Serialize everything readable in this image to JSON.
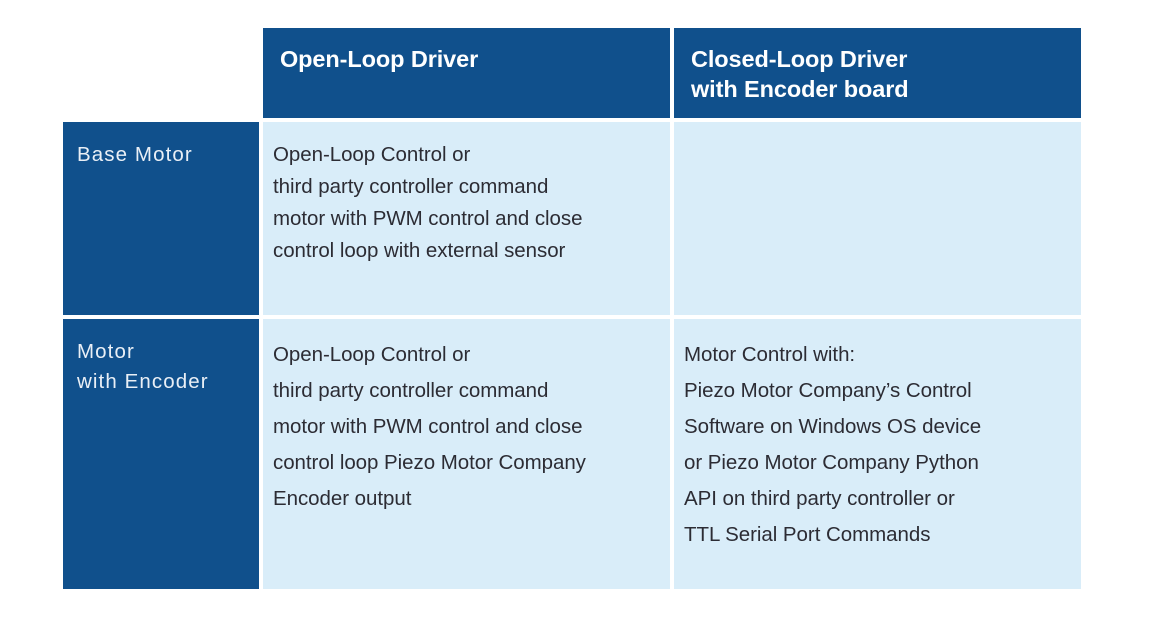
{
  "table": {
    "colors": {
      "header_background": "#10508C",
      "header_text": "#FFFFFF",
      "row_label_background": "#10508C",
      "row_label_text": "#E9EFF6",
      "cell_background": "#D9EDF9",
      "cell_text": "#2C2C34",
      "page_background": "#FFFFFF"
    },
    "corner_label": "",
    "column_headers": [
      "Open-Loop Driver",
      "Closed-Loop Driver\nwith Encoder board"
    ],
    "rows": [
      {
        "label": "Base Motor",
        "cells": [
          "Open-Loop Control or\nthird party controller command\nmotor with PWM control and close\ncontrol loop with external sensor",
          ""
        ]
      },
      {
        "label": "Motor\nwith Encoder",
        "cells": [
          "Open-Loop Control or\nthird party controller command\nmotor with PWM control and close\ncontrol loop Piezo Motor Company\nEncoder output",
          "Motor Control with:\nPiezo Motor Company’s Control\nSoftware on Windows OS device\nor Piezo Motor Company Python\nAPI on third party controller or\nTTL Serial Port Commands"
        ]
      }
    ]
  }
}
